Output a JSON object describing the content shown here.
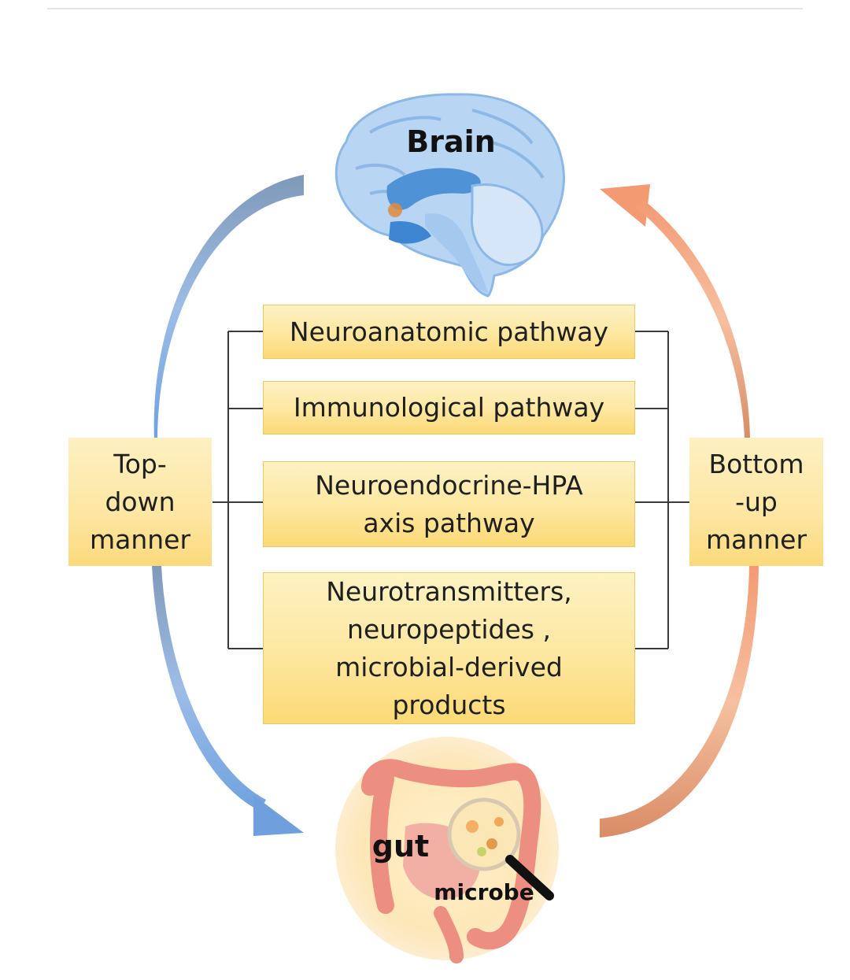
{
  "diagram": {
    "top_node": {
      "label": "Brain"
    },
    "bottom_node": {
      "label": "gut",
      "sublabel": "microbe"
    },
    "left_label": {
      "lines": [
        "Top-",
        "down",
        "manner"
      ]
    },
    "right_label": {
      "lines": [
        "Bottom",
        "-up",
        "manner"
      ]
    },
    "pathways": [
      {
        "lines": [
          "Neuroanatomic pathway"
        ]
      },
      {
        "lines": [
          "Immunological pathway"
        ]
      },
      {
        "lines": [
          "Neuroendocrine-HPA",
          "axis pathway"
        ]
      },
      {
        "lines": [
          "Neurotransmitters,",
          "neuropeptides ,",
          "microbial-derived",
          "products"
        ]
      }
    ],
    "colors": {
      "top_down_arrow": "#8fb0d8",
      "bottom_up_arrow": "#f0a27a",
      "box_fill": "#fde7a0",
      "brain": "#a9cdef",
      "gut": "#f08a80"
    }
  }
}
